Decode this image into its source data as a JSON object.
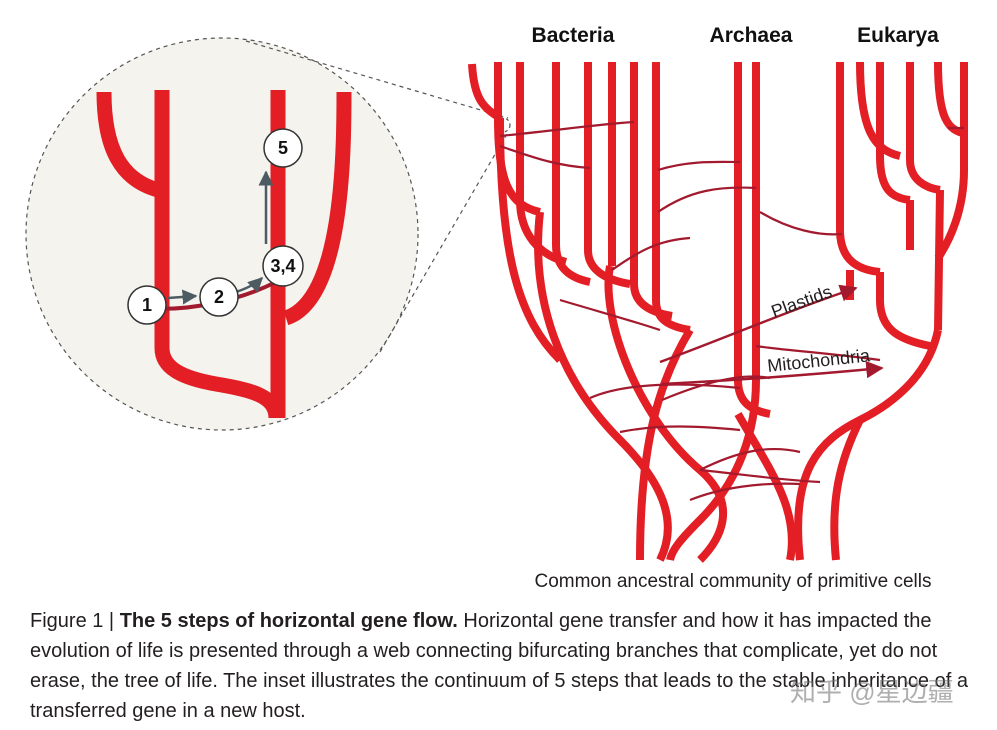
{
  "domains": [
    "Bacteria",
    "Archaea",
    "Eukarya"
  ],
  "transfer_labels": {
    "plastids": "Plastids",
    "mitochondria": "Mitochondria"
  },
  "inset_steps": [
    "1",
    "2",
    "3,4",
    "5"
  ],
  "community_label": "Common ancestral community of primitive cells",
  "caption": {
    "figure_number": "Figure 1 | ",
    "title": "The 5 steps of horizontal gene flow.",
    "body": " Horizontal gene transfer and how it has impacted the evolution of life is presented through a web connecting bifurcating branches that complicate, yet do not erase, the tree of life. The inset illustrates the continuum of 5 steps that leads to the stable inheritance of a transferred gene in a new host."
  },
  "watermark": "知乎 @星边疆",
  "colors": {
    "branch": "#e31e24",
    "transfer_line": "#a3192e",
    "step_arrow": "#4d5b63",
    "inset_fill": "#f5f3ee"
  }
}
